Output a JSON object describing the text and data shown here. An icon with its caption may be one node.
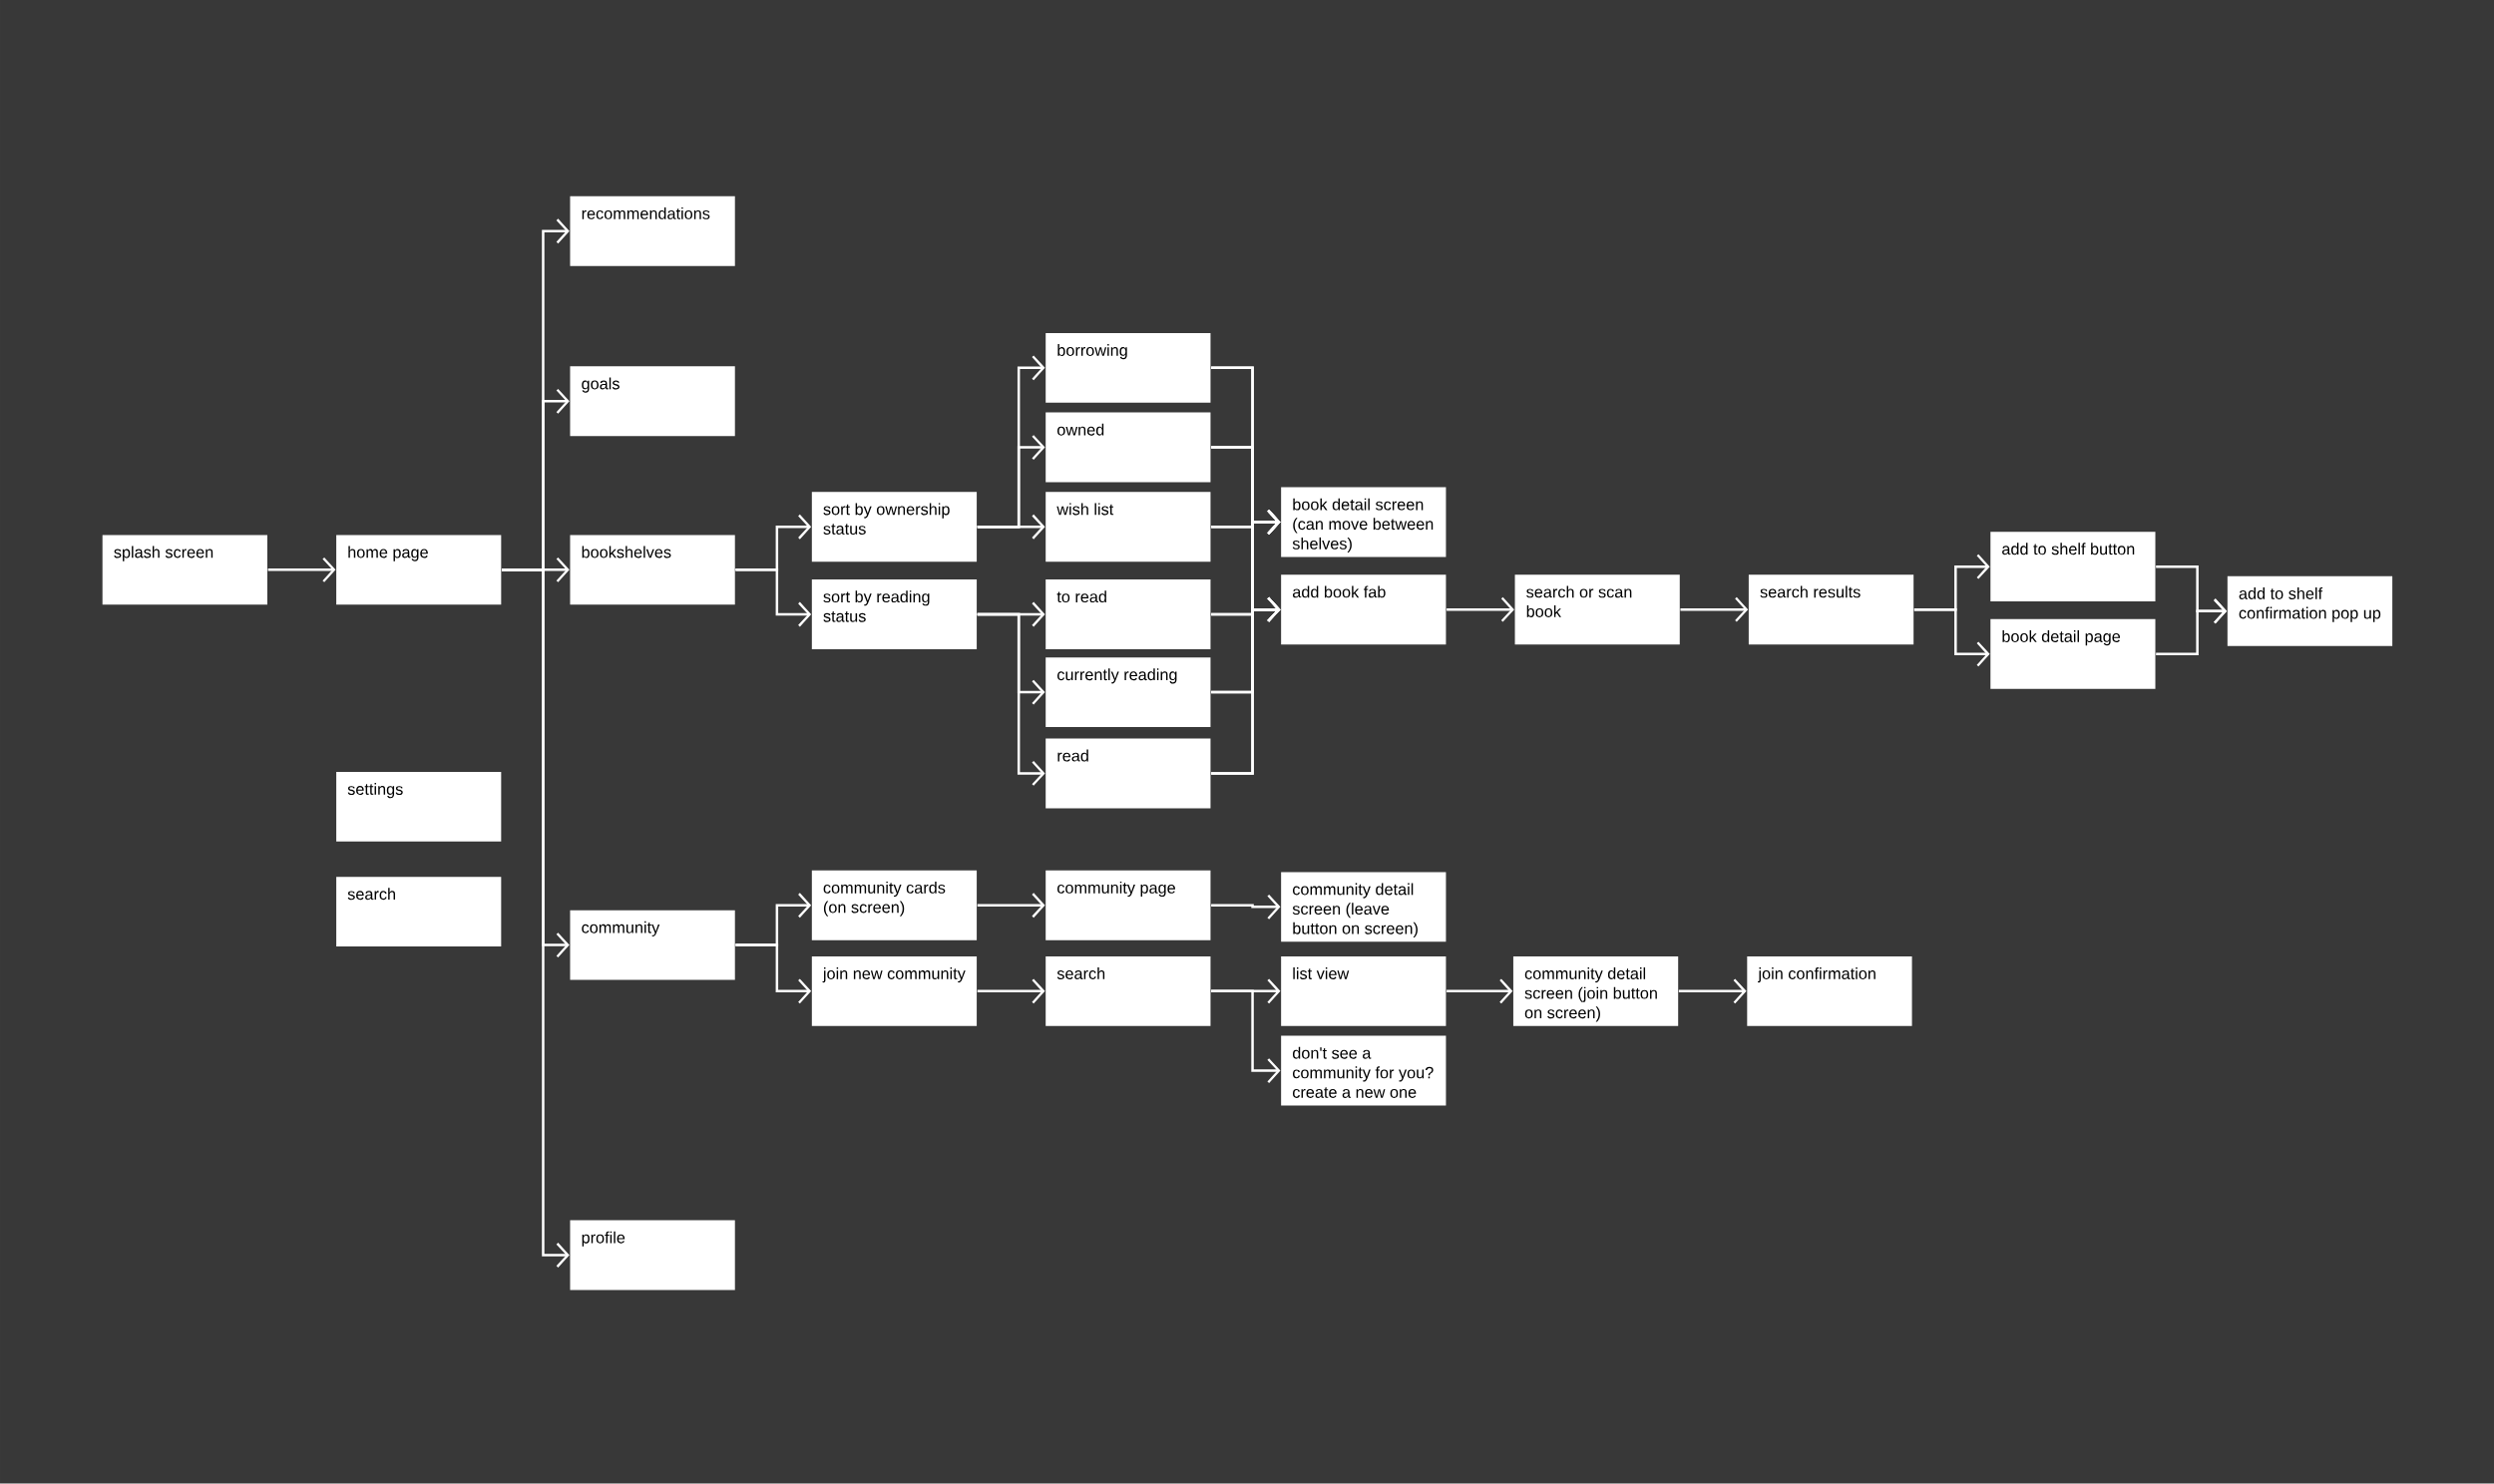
{
  "diagram": {
    "nodes": [
      {
        "text": [
          "splash screen"
        ]
      },
      {
        "text": [
          "home page"
        ]
      },
      {
        "text": [
          "recommendations"
        ]
      },
      {
        "text": [
          "goals"
        ]
      },
      {
        "text": [
          "bookshelves"
        ]
      },
      {
        "text": [
          "settings"
        ]
      },
      {
        "text": [
          "search"
        ]
      },
      {
        "text": [
          "community"
        ]
      },
      {
        "text": [
          "profile"
        ]
      },
      {
        "text": [
          "sort by ownership status"
        ]
      },
      {
        "text": [
          "sort by reading status"
        ]
      },
      {
        "text": [
          "borrowing"
        ]
      },
      {
        "text": [
          "owned"
        ]
      },
      {
        "text": [
          "wish list"
        ]
      },
      {
        "text": [
          "to read"
        ]
      },
      {
        "text": [
          "currently reading"
        ]
      },
      {
        "text": [
          "read"
        ]
      },
      {
        "text": [
          "book detail screen (can move between shelves)"
        ]
      },
      {
        "text": [
          "add book fab"
        ]
      },
      {
        "text": [
          "search or scan book"
        ]
      },
      {
        "text": [
          "search results"
        ]
      },
      {
        "text": [
          "add to shelf button"
        ]
      },
      {
        "text": [
          "book detail page"
        ]
      },
      {
        "text": [
          "add to shelf confirmation pop up"
        ]
      },
      {
        "text": [
          "community cards (on screen)"
        ]
      },
      {
        "text": [
          "join new community"
        ]
      },
      {
        "text": [
          "community page"
        ]
      },
      {
        "text": [
          "community detail screen (leave button on screen)"
        ]
      },
      {
        "text": [
          "search"
        ]
      },
      {
        "text": [
          "list view"
        ]
      },
      {
        "text": [
          "don't see a community for you? create a new one"
        ]
      },
      {
        "text": [
          "community detail screen (join button on screen)"
        ]
      },
      {
        "text": [
          "join confirmation"
        ]
      }
    ],
    "edges": [
      {
        "from": 0,
        "to": 1,
        "arrow": "to"
      },
      {
        "from": 1,
        "to": 2,
        "arrow": "to"
      },
      {
        "from": 1,
        "to": 3,
        "arrow": "to"
      },
      {
        "from": 1,
        "to": 4,
        "arrow": "to"
      },
      {
        "from": 1,
        "to": 7,
        "arrow": "to"
      },
      {
        "from": 1,
        "to": 8,
        "arrow": "to"
      },
      {
        "from": 4,
        "to": 9,
        "arrow": "to"
      },
      {
        "from": 4,
        "to": 10,
        "arrow": "to"
      },
      {
        "from": 9,
        "to": 11,
        "arrow": "to"
      },
      {
        "from": 9,
        "to": 12,
        "arrow": "to"
      },
      {
        "from": 9,
        "to": 13,
        "arrow": "to"
      },
      {
        "from": 10,
        "to": 14,
        "arrow": "to"
      },
      {
        "from": 10,
        "to": 15,
        "arrow": "to"
      },
      {
        "from": 10,
        "to": 16,
        "arrow": "to"
      },
      {
        "from": 11,
        "to": 17,
        "arrow": "to"
      },
      {
        "from": 12,
        "to": 17,
        "arrow": "to"
      },
      {
        "from": 13,
        "to": 17,
        "arrow": "to"
      },
      {
        "from": 14,
        "to": 17,
        "arrow": "to"
      },
      {
        "from": 15,
        "to": 17,
        "arrow": "to"
      },
      {
        "from": 16,
        "to": 17,
        "arrow": "to"
      },
      {
        "from": 11,
        "to": 18,
        "arrow": "to"
      },
      {
        "from": 12,
        "to": 18,
        "arrow": "to"
      },
      {
        "from": 13,
        "to": 18,
        "arrow": "to"
      },
      {
        "from": 14,
        "to": 18,
        "arrow": "to"
      },
      {
        "from": 15,
        "to": 18,
        "arrow": "to"
      },
      {
        "from": 16,
        "to": 18,
        "arrow": "to"
      },
      {
        "from": 18,
        "to": 19,
        "arrow": "to"
      },
      {
        "from": 19,
        "to": 20,
        "arrow": "to"
      },
      {
        "from": 20,
        "to": 21,
        "arrow": "to"
      },
      {
        "from": 20,
        "to": 22,
        "arrow": "to"
      },
      {
        "from": 21,
        "to": 23,
        "arrow": "to"
      },
      {
        "from": 22,
        "to": 23,
        "arrow": "to"
      },
      {
        "from": 7,
        "to": 24,
        "arrow": "to"
      },
      {
        "from": 7,
        "to": 25,
        "arrow": "to"
      },
      {
        "from": 24,
        "to": 26,
        "arrow": "to"
      },
      {
        "from": 26,
        "to": 27,
        "arrow": "to"
      },
      {
        "from": 25,
        "to": 28,
        "arrow": "to"
      },
      {
        "from": 28,
        "to": 29,
        "arrow": "to"
      },
      {
        "from": 28,
        "to": 30,
        "arrow": "to"
      },
      {
        "from": 29,
        "to": 31,
        "arrow": "to"
      },
      {
        "from": 31,
        "to": 32,
        "arrow": "to"
      }
    ]
  }
}
